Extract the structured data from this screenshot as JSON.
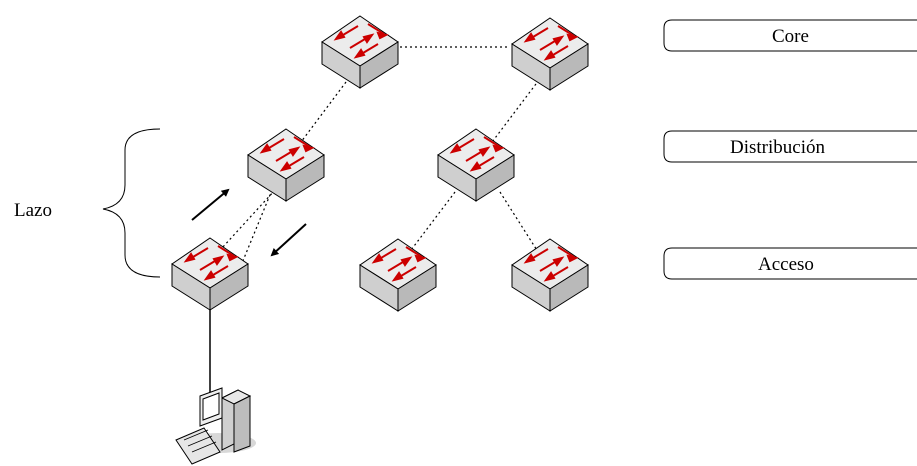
{
  "layers": [
    {
      "id": "core",
      "label": "Core"
    },
    {
      "id": "distribution",
      "label": "Distribución"
    },
    {
      "id": "access",
      "label": "Acceso"
    }
  ],
  "loop": {
    "label": "Lazo"
  },
  "colors": {
    "switch_top": "#ececec",
    "switch_side": "#cfcfcf",
    "switch_front": "#b9b9b9",
    "arrow_red": "#cc0000",
    "stroke": "#000000"
  }
}
